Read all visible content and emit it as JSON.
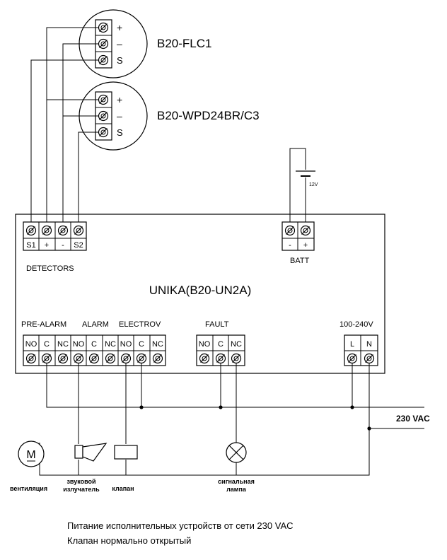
{
  "sensors": [
    {
      "model": "B20-FLC1",
      "terminals": [
        "+",
        "–",
        "S"
      ]
    },
    {
      "model": "B20-WPD24BR/C3",
      "terminals": [
        "+",
        "–",
        "S"
      ]
    }
  ],
  "battery": {
    "voltage": "12V",
    "label": "BATT",
    "terminals": [
      "-",
      "+"
    ]
  },
  "unit": {
    "title": "UNIKA(B20-UN2A)",
    "detectors_label": "DETECTORS",
    "detector_terminals": [
      "S1",
      "+",
      "-",
      "S2"
    ]
  },
  "relays": {
    "pre_alarm_label": "PRE-ALARM",
    "alarm_label": "ALARM",
    "electrov_label": "ELECTROV",
    "fault_label": "FAULT",
    "power_label": "100-240V",
    "contact_no": "NO",
    "contact_c": "C",
    "contact_nc": "NC",
    "power_terminals": [
      "L",
      "N"
    ]
  },
  "supply_label": "230 VAC",
  "devices": {
    "motor_symbol": "M",
    "motor_label": "вентиляция",
    "buzzer_label": [
      "звуковой",
      "излучатель"
    ],
    "valve_label": "клапан",
    "lamp_label": [
      "сигнальная",
      "лампа"
    ]
  },
  "notes": [
    "Питание исполнительных устройств от сети 230 VAC",
    "Клапан нормально открытый"
  ]
}
